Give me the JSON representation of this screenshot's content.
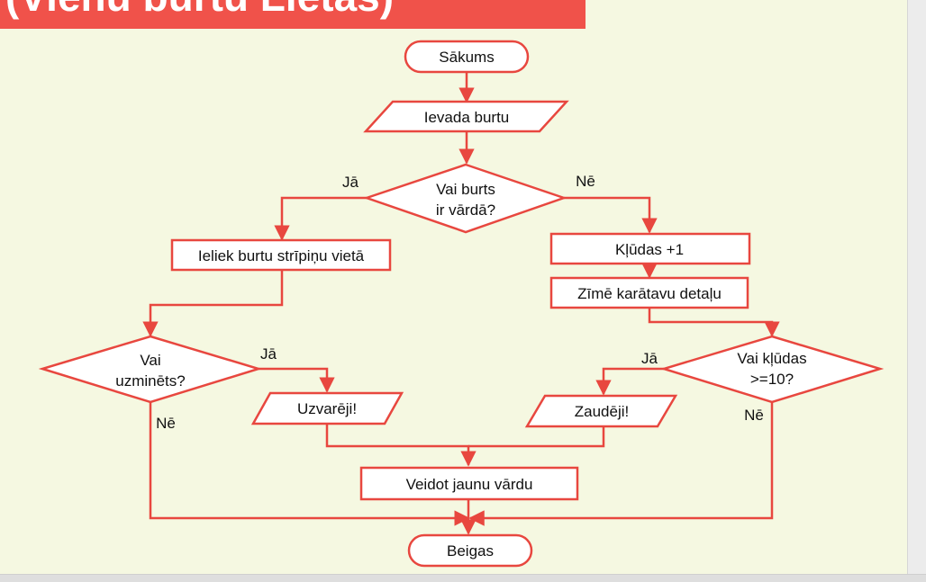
{
  "title": "(Vienu burtu Lietas)",
  "colors": {
    "accent": "#f0524a",
    "stroke": "#e8473f",
    "slide_bg": "#f5f8e1",
    "shape_fill": "#ffffff"
  },
  "nodes": {
    "start": "Sākums",
    "input": "Ievada burtu",
    "decision_in_word": [
      "Vai burts",
      "ir vārdā?"
    ],
    "place_letter": "Ieliek burtu strīpiņu vietā",
    "errors_plus": "Kļūdas +1",
    "draw_gallows": "Zīmē karātavu detaļu",
    "decision_guessed": [
      "Vai",
      "uzminēts?"
    ],
    "win": "Uzvarēji!",
    "decision_errors": [
      "Vai kļūdas",
      ">=10?"
    ],
    "lose": "Zaudēji!",
    "new_word": "Veidot jaunu vārdu",
    "end": "Beigas"
  },
  "edge_labels": {
    "word_yes": "Jā",
    "word_no": "Nē",
    "guessed_yes": "Jā",
    "guessed_no": "Nē",
    "errors_yes": "Jā",
    "errors_no": "Nē"
  }
}
